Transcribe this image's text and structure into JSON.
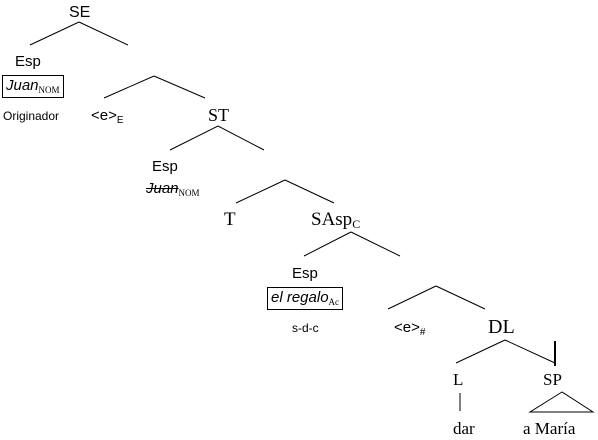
{
  "tree": {
    "se": "SE",
    "esp1": "Esp",
    "juan1": "Juan",
    "juan1_sub": "NOM",
    "originador": "Originador",
    "e1": "<e>",
    "e1_sub": "E",
    "st": "ST",
    "esp2": "Esp",
    "juan2": "Juan",
    "juan2_sub": "NOM",
    "t": "T",
    "sasp": "SAsp",
    "sasp_sub": "C",
    "esp3": "Esp",
    "regalo": "el regalo",
    "regalo_sub": "Ac",
    "sdc": "s-d-c",
    "e2": "<e>",
    "e2_sub": "#",
    "dl": "DL",
    "l": "L",
    "sp": "SP",
    "dar": "dar",
    "amaria": "a María"
  }
}
